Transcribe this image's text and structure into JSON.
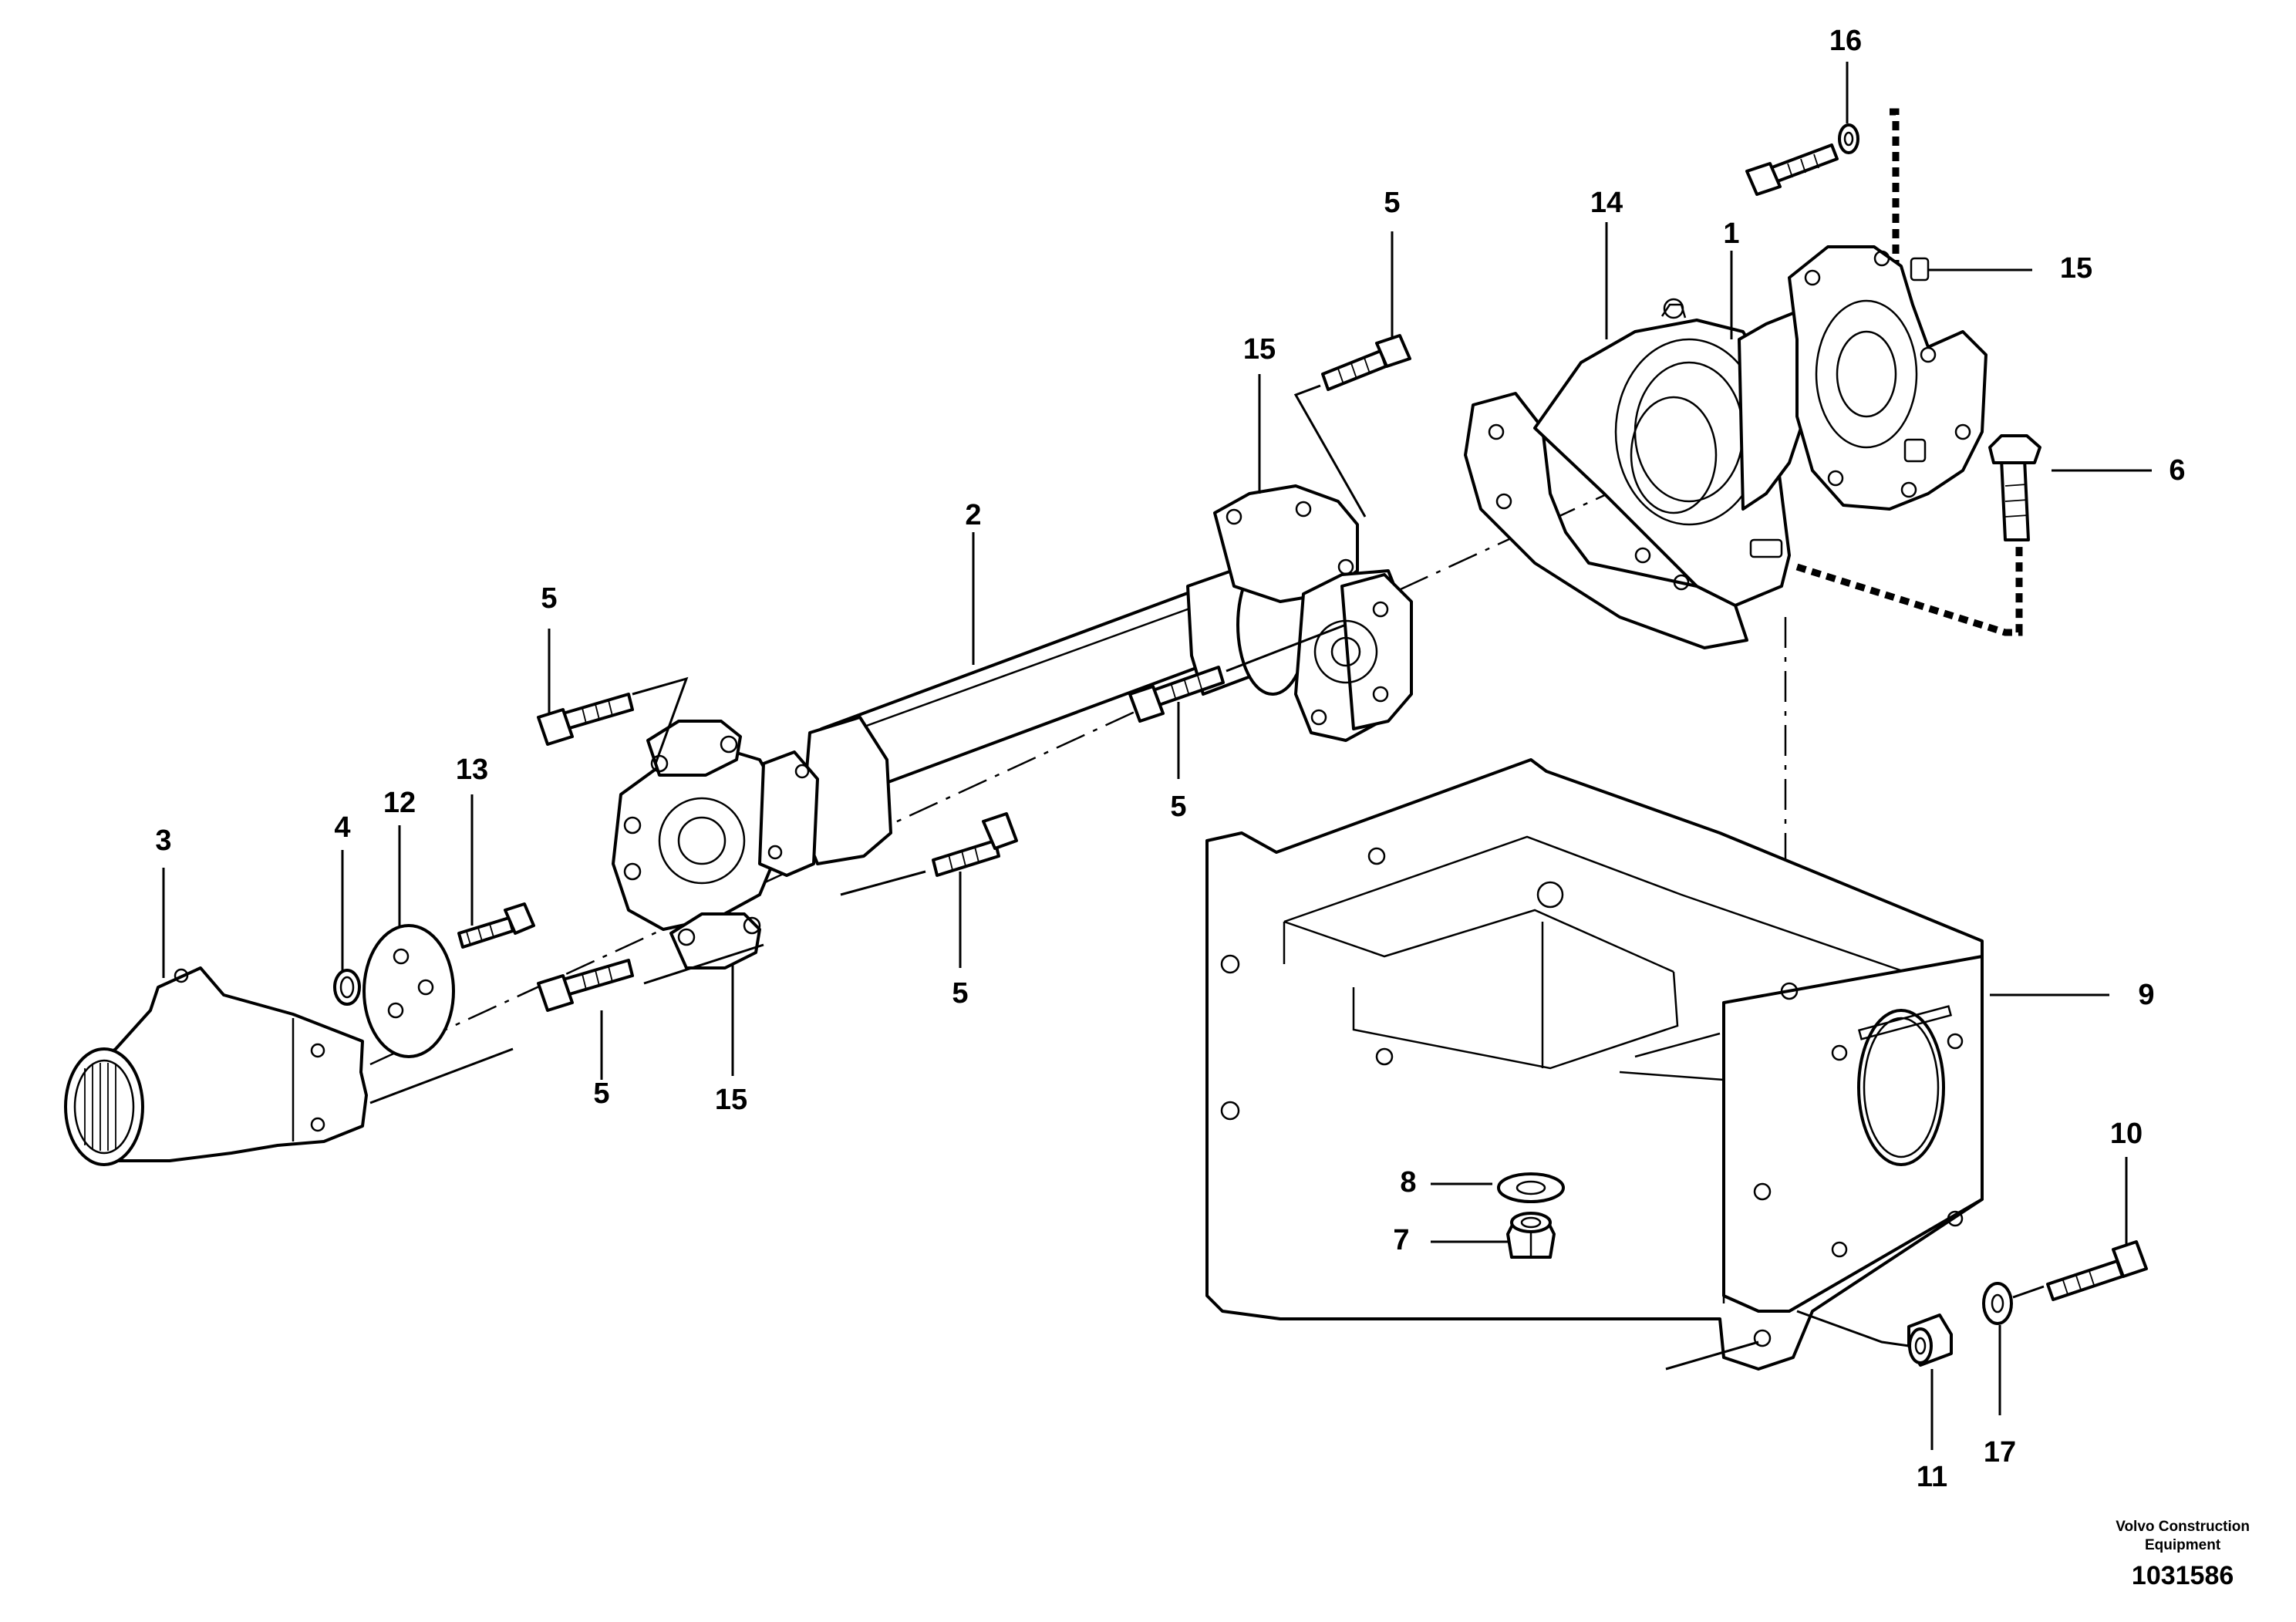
{
  "labels": {
    "l1": "1",
    "l2": "2",
    "l3": "3",
    "l4": "4",
    "l5a": "5",
    "l5b": "5",
    "l5c": "5",
    "l5d": "5",
    "l5e": "5",
    "l6": "6",
    "l7": "7",
    "l8": "8",
    "l9": "9",
    "l10": "10",
    "l11": "11",
    "l12": "12",
    "l13": "13",
    "l14": "14",
    "l15a": "15",
    "l15b": "15",
    "l15c": "15",
    "l16": "16",
    "l17": "17"
  },
  "footer": {
    "company_line1": "Volvo Construction",
    "company_line2": "Equipment",
    "drawing_number": "1031586"
  }
}
